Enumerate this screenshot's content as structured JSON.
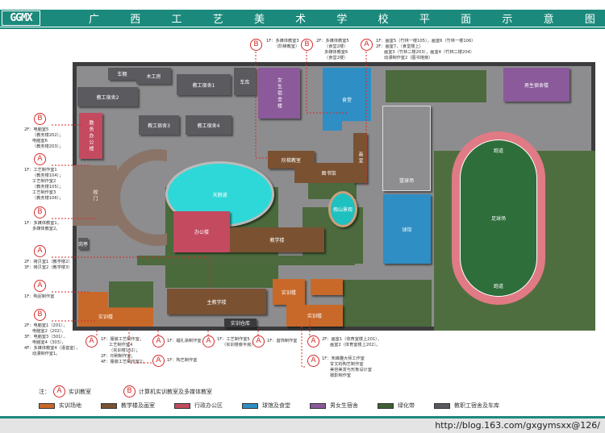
{
  "header": {
    "logo": "GGMX",
    "title": [
      "广",
      "西",
      "工",
      "艺",
      "美",
      "术",
      "学",
      "校",
      "平",
      "面",
      "示",
      "意",
      "图"
    ]
  },
  "buildings": {
    "chepeng": "车棚",
    "mugongfang": "木工房",
    "dorm2": "教工宿舍2",
    "dorm1": "教工宿舍1",
    "cheku": "车库",
    "girls": "女生宿舍楼",
    "canteen": "食堂",
    "dorm3": "教工宿舍3",
    "dorm4": "教工宿舍4",
    "jiaowu": "教务办公楼",
    "jieti": "阶梯教室",
    "library": "图书馆",
    "huashi": "画室",
    "lake": "天鹅湖",
    "gate": "校门",
    "rockery": "假山景观",
    "office": "办公楼",
    "teaching": "教学楼",
    "court": "篮球场",
    "gym": "球馆",
    "boys": "男生宿舍楼",
    "track_top": "跑道",
    "field": "足球场",
    "track_bottom": "跑道",
    "shixun_left": "实训楼",
    "main_teaching": "主教学楼",
    "shixun_right1": "实训楼",
    "shixun_right2": "实训楼",
    "warehouse": "实训仓库",
    "guard": "岗亭"
  },
  "annotations": [
    {
      "letter": "B",
      "lines": [
        "1F：多媒体教室3",
        "（阶梯教室）"
      ]
    },
    {
      "letter": "B",
      "lines": [
        "2F：多媒体教室5",
        "（食堂2楼）",
        "多媒体教室6",
        "（食堂2楼）"
      ]
    },
    {
      "letter": "A",
      "lines": [
        "1F：画室5（竹林一楼105），画室6（竹林一楼106）",
        "2F：画室7，（食堂楼上）",
        "画室3（竹林二楼203），画室4（竹林二楼204）",
        "动漫制作室2（图书馆旁）"
      ]
    },
    {
      "letter": "B",
      "lines": [
        "2F：电脑室5",
        "（教务楼202）；",
        "电脑室6",
        "（教务楼203）；"
      ]
    },
    {
      "letter": "A",
      "lines": [
        "1F：工艺制作室1",
        "（教务楼104）；",
        "工艺制作室2",
        "（教务楼105）；",
        "工艺制作室3",
        "（教务楼106）；"
      ]
    },
    {
      "letter": "B",
      "lines": [
        "1F：多媒体教室1，",
        "多媒体教室2。"
      ]
    },
    {
      "letter": "A",
      "lines": [
        "2F：拷贝室1（教学楼2）",
        "3F：拷贝室2（教学楼3）"
      ]
    },
    {
      "letter": "A",
      "lines": [
        "1F：陶泥制作室"
      ]
    },
    {
      "letter": "B",
      "lines": [
        "2F：电脑室1（201），",
        "电脑室2（202），",
        "3F：电脑室3（301），",
        "电脑室4（303），",
        "4F：多媒体教室4（语音室），",
        "动漫制作室1。"
      ]
    },
    {
      "letter": "A",
      "lines": [
        "1F：服装工艺制作室；",
        "工艺制作室4",
        "（实训楼102）；",
        "2F：印刷制作室；",
        "4F：服装工艺制作室2；"
      ]
    },
    {
      "letter": "A",
      "lines": [
        "1F：蜡扎染制作室"
      ]
    },
    {
      "letter": "A",
      "lines": [
        "1F：陶艺制作室"
      ]
    },
    {
      "letter": "A",
      "lines": [
        "1F：工艺制作室5",
        "（实训楼旁平房）"
      ]
    },
    {
      "letter": "A",
      "lines": [
        "1F：首饰制作室"
      ]
    },
    {
      "letter": "A",
      "lines": [
        "2F：画室1（体育室楼上201），",
        "画室2（体育室楼上202）。"
      ]
    },
    {
      "letter": "A",
      "lines": [
        "1F：朱峰雕大师工作室",
        "甘文钧陶艺制作室",
        "美容美发与形象设计室",
        "摄影制作室"
      ]
    }
  ],
  "note": {
    "label": "注：",
    "a_letter": "A",
    "a_text": "实训教室",
    "b_letter": "B",
    "b_text": "计算机实训教室及多媒体教室"
  },
  "legend": [
    {
      "label": "实训场地",
      "color": "#c8692a"
    },
    {
      "label": "教学楼及画室",
      "color": "#7a5232"
    },
    {
      "label": "行政办公区",
      "color": "#c04a5e"
    },
    {
      "label": "球馆及食堂",
      "color": "#2f8ec4"
    },
    {
      "label": "男女生宿舍",
      "color": "#8a5a9a"
    },
    {
      "label": "绿化带",
      "color": "#3f5f35"
    },
    {
      "label": "教职工宿舍及车库",
      "color": "#5a5a5e"
    }
  ],
  "footer": {
    "url": "http://blog.163.com/gxgymsxx@126/"
  }
}
